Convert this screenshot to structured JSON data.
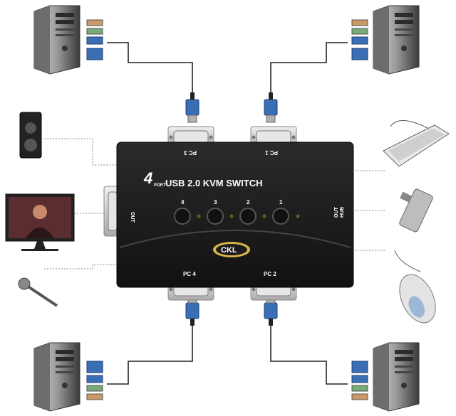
{
  "device": {
    "brand_prefix": "4",
    "brand_sub": "PORT",
    "title": "USB 2.0 KVM SWITCH",
    "logo": "CKL",
    "buttons": [
      "4",
      "3",
      "2",
      "1"
    ],
    "ports": {
      "top_left": "PC 3",
      "top_right": "PC 1",
      "bottom_left": "PC 4",
      "bottom_right": "PC 2",
      "left_out": "OUT",
      "right_out": "OUT",
      "right_hub": "HUB"
    }
  },
  "peripherals": {
    "left": [
      "speaker-icon",
      "monitor-icon",
      "microphone-icon"
    ],
    "right": [
      "keyboard-icon",
      "usb-drive-icon",
      "mouse-icon"
    ],
    "computers": [
      "tower-pc-icon",
      "tower-pc-icon",
      "tower-pc-icon",
      "tower-pc-icon"
    ]
  },
  "colors": {
    "device_body": "#1b1b1b",
    "label_gold": "#d8b24a",
    "vga_blue": "#3a6fb5",
    "cable": "#222222"
  }
}
